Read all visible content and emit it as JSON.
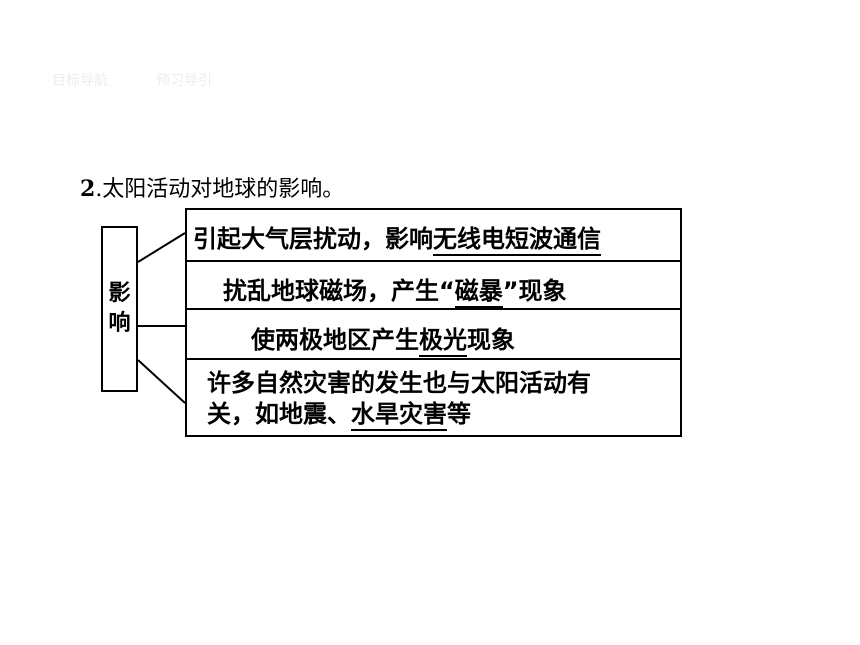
{
  "nav": {
    "tab1": "目标导航",
    "tab2": "预习导引"
  },
  "heading": {
    "number": "2",
    "text": ".太阳活动对地球的影响。"
  },
  "side_label": {
    "char1": "影",
    "char2": "响"
  },
  "rows": [
    {
      "pre": "引起大气层扰动，影响",
      "key": "无线电短波通信",
      "post": ""
    },
    {
      "pre": "扰乱地球磁场，产生“",
      "key": "磁暴",
      "post": "”现象"
    },
    {
      "pre": "使两极地区产生",
      "key": "极光",
      "post": "现象"
    },
    {
      "line1": "许多自然灾害的发生也与太阳活动有",
      "line2_pre": "关，如地震、",
      "key": "水旱灾害",
      "post": "等"
    }
  ]
}
